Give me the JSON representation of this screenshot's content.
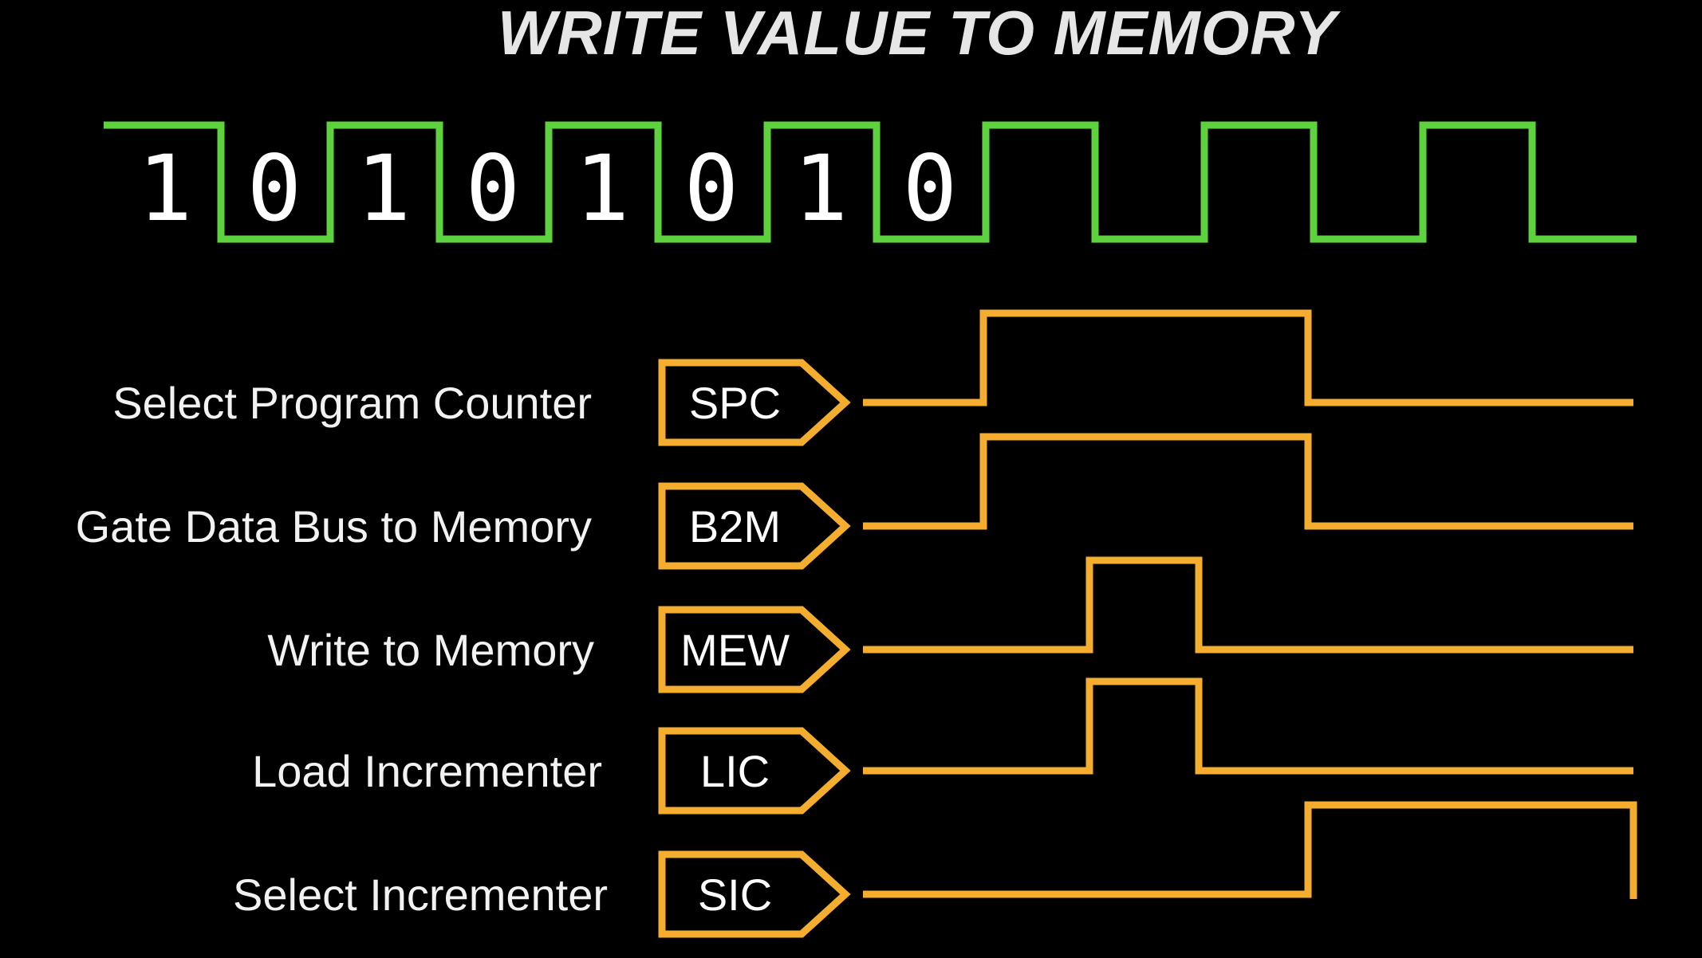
{
  "title": "WRITE VALUE TO MEMORY",
  "colors": {
    "background": "#000000",
    "clock": "#5ed13f",
    "signal": "#f4ad2f",
    "text": "#ffffff"
  },
  "clock": {
    "cycles": 7,
    "bits": [
      "1",
      "0",
      "1",
      "0",
      "1",
      "0",
      "1",
      "0"
    ]
  },
  "signals": [
    {
      "label": "Select Program Counter",
      "mnemonic": "SPC",
      "waveform": [
        0,
        1,
        1,
        1,
        0,
        0,
        0
      ]
    },
    {
      "label": "Gate Data Bus to Memory",
      "mnemonic": "B2M",
      "waveform": [
        0,
        1,
        1,
        1,
        0,
        0,
        0
      ]
    },
    {
      "label": "Write to Memory",
      "mnemonic": "MEW",
      "waveform": [
        0,
        0,
        1,
        0,
        0,
        0,
        0
      ]
    },
    {
      "label": "Load Incrementer",
      "mnemonic": "LIC",
      "waveform": [
        0,
        0,
        1,
        0,
        0,
        0,
        0
      ]
    },
    {
      "label": "Select Incrementer",
      "mnemonic": "SIC",
      "waveform": [
        0,
        0,
        0,
        0,
        1,
        1,
        1
      ]
    }
  ]
}
